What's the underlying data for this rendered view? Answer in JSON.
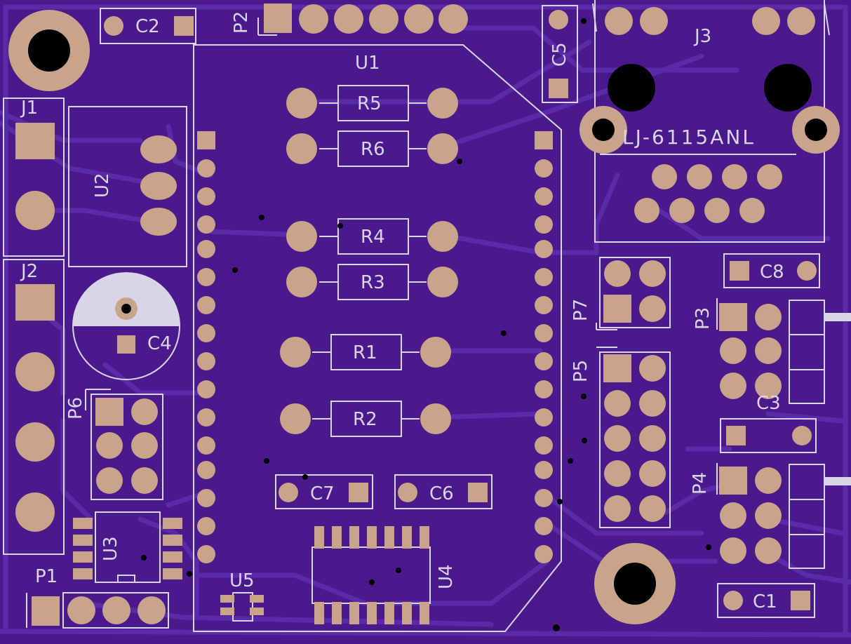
{
  "colors": {
    "board": "#4a1a8c",
    "trace": "#5b2aa8",
    "silkscreen": "#d9d4e8",
    "pad": "#c9a48a",
    "drill": "#000000"
  },
  "labels": {
    "c2": "C2",
    "p2": "P2",
    "c5": "C5",
    "j3": "J3",
    "j3_part": "LJ-6115ANL",
    "u1": "U1",
    "j1": "J1",
    "u2": "U2",
    "r5": "R5",
    "r6": "R6",
    "r4": "R4",
    "r3": "R3",
    "r1": "R1",
    "r2": "R2",
    "j2": "J2",
    "c4": "C4",
    "p6": "P6",
    "p7": "P7",
    "p5": "P5",
    "c8": "C8",
    "p3": "P3",
    "c3": "C3",
    "p4": "P4",
    "c7": "C7",
    "c6": "C6",
    "u3": "U3",
    "u5": "U5",
    "u4": "U4",
    "p1": "P1",
    "c1": "C1"
  }
}
